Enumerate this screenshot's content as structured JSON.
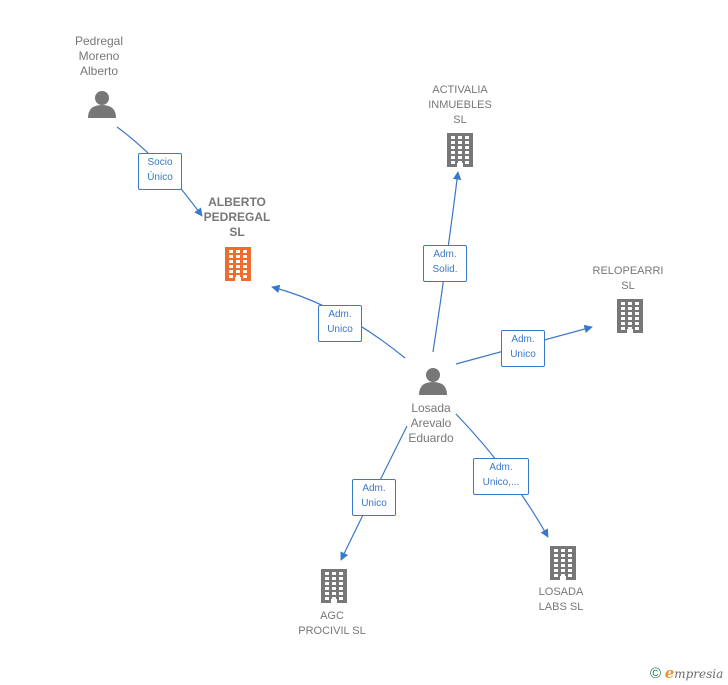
{
  "nodes": {
    "pedregal_person": {
      "label": "Pedregal\nMoreno\nAlberto",
      "type": "person",
      "color": "#777777"
    },
    "alberto_company": {
      "label": "ALBERTO\nPEDREGAL\nSL",
      "type": "company",
      "color": "#f26b2e",
      "highlight": true
    },
    "activalia": {
      "label": "ACTIVALIA\nINMUEBLES\nSL",
      "type": "company",
      "color": "#777777"
    },
    "relopearri": {
      "label": "RELOPEARRI\nSL",
      "type": "company",
      "color": "#777777"
    },
    "losada_person": {
      "label": "Losada\nArevalo\nEduardo",
      "type": "person",
      "color": "#777777"
    },
    "agc": {
      "label": "AGC\nPROCIVIL  SL",
      "type": "company",
      "color": "#777777"
    },
    "losada_labs": {
      "label": "LOSADA\nLABS  SL",
      "type": "company",
      "color": "#777777"
    }
  },
  "edges": [
    {
      "id": "e1",
      "from": "pedregal_person",
      "to": "alberto_company",
      "label": "Socio\nÚnico"
    },
    {
      "id": "e2",
      "from": "losada_person",
      "to": "alberto_company",
      "label": "Adm.\nUnico"
    },
    {
      "id": "e3",
      "from": "losada_person",
      "to": "activalia",
      "label": "Adm.\nSolid."
    },
    {
      "id": "e4",
      "from": "losada_person",
      "to": "relopearri",
      "label": "Adm.\nUnico"
    },
    {
      "id": "e5",
      "from": "losada_person",
      "to": "agc",
      "label": "Adm.\nUnico"
    },
    {
      "id": "e6",
      "from": "losada_person",
      "to": "losada_labs",
      "label": "Adm.\nUnico,..."
    }
  ],
  "edge_color": "#3a78c9",
  "footer": {
    "copyright": "©",
    "brand_initial": "e",
    "brand_rest": "mpresia"
  }
}
